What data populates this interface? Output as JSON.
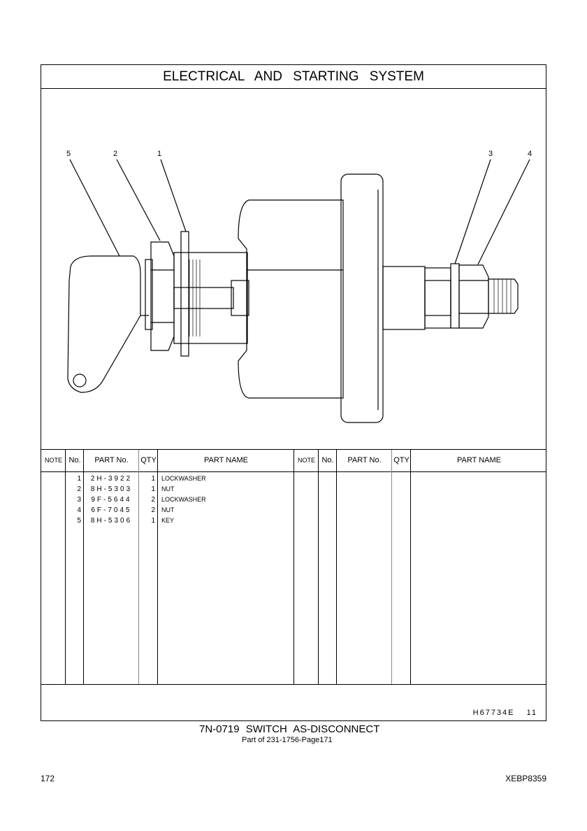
{
  "title": "ELECTRICAL AND STARTING SYSTEM",
  "callouts": [
    "5",
    "2",
    "1",
    "3",
    "4"
  ],
  "table": {
    "headers": {
      "note": "NOTE",
      "no": "No.",
      "part_no": "PART No.",
      "qty": "QTY",
      "part_name": "PART NAME"
    },
    "rows": [
      {
        "no": "1",
        "part_no": "2H-3922",
        "qty": "1",
        "name": "LOCKWASHER"
      },
      {
        "no": "2",
        "part_no": "8H-5303",
        "qty": "1",
        "name": "NUT"
      },
      {
        "no": "3",
        "part_no": "9F-5644",
        "qty": "2",
        "name": "LOCKWASHER"
      },
      {
        "no": "4",
        "part_no": "6F-7045",
        "qty": "2",
        "name": "NUT"
      },
      {
        "no": "5",
        "part_no": "8H-5306",
        "qty": "1",
        "name": "KEY"
      }
    ]
  },
  "illustration_code": "H67734E 11",
  "caption": "7N-0719 SWITCH AS-DISCONNECT",
  "subcaption": "Part of 231-1756-Page171",
  "page_number": "172",
  "doc_id": "XEBP8359"
}
